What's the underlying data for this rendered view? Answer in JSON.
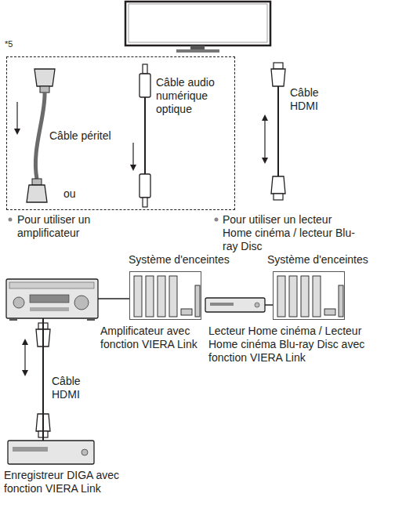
{
  "diagram": {
    "nodes": [
      {
        "text": [
          "Câble péritel",
          "ou",
          "Câble audio numérique optique"
        ]
      },
      {
        "text": [
          "Système d'enceintes"
        ]
      },
      {
        "text": [
          "Amplificateur avec fonction VIERA Link"
        ]
      },
      {
        "text": [
          "Enregistreur DIGA avec fonction VIERA Link"
        ]
      },
      {
        "text": [
          "Système d'enceintes"
        ]
      },
      {
        "text": [
          "Lecteur Home cinéma / Lecteur Home cinéma Blu-ray Disc avec fonction VIERA Link"
        ]
      }
    ],
    "edges": [
      {
        "from": 2,
        "to": 3,
        "label": "Câble HDMI",
        "arrow": "both"
      },
      {
        "from": 2,
        "to": 1,
        "arrow": "none"
      },
      {
        "from": 5,
        "to": 4,
        "arrow": "none"
      }
    ],
    "labels": [
      "*5",
      "Câble HDMI",
      "Pour utiliser un amplificateur",
      "Pour utiliser un lecteur Home cinéma / lecteur Blu-ray Disc"
    ]
  }
}
